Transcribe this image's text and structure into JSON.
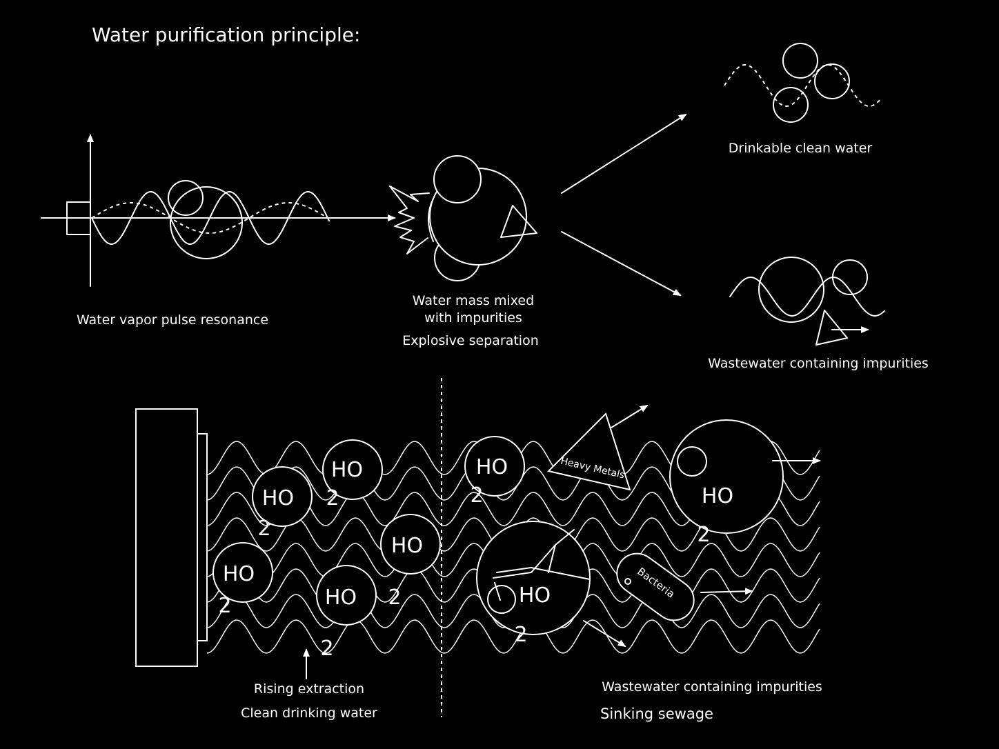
{
  "title": "Water purification principle:",
  "labels": {
    "vapor": "Water vapor pulse resonance",
    "mass_line1": "Water mass mixed",
    "mass_line2": "with impurities",
    "explosive": "Explosive separation",
    "drinkable": "Drinkable clean water",
    "wastewater_top": "Wastewater containing impurities",
    "rising": "Rising extraction",
    "clean": "Clean drinking water",
    "wastewater_bottom": "Wastewater containing impurities",
    "sinking": "Sinking sewage"
  },
  "molecule": {
    "formula": "HO",
    "subscript": "2"
  },
  "impurities": {
    "heavy_metals": "Heavy Metals",
    "bacteria": "Bacteria"
  },
  "colors": {
    "background": "#000000",
    "stroke": "#ffffff"
  }
}
